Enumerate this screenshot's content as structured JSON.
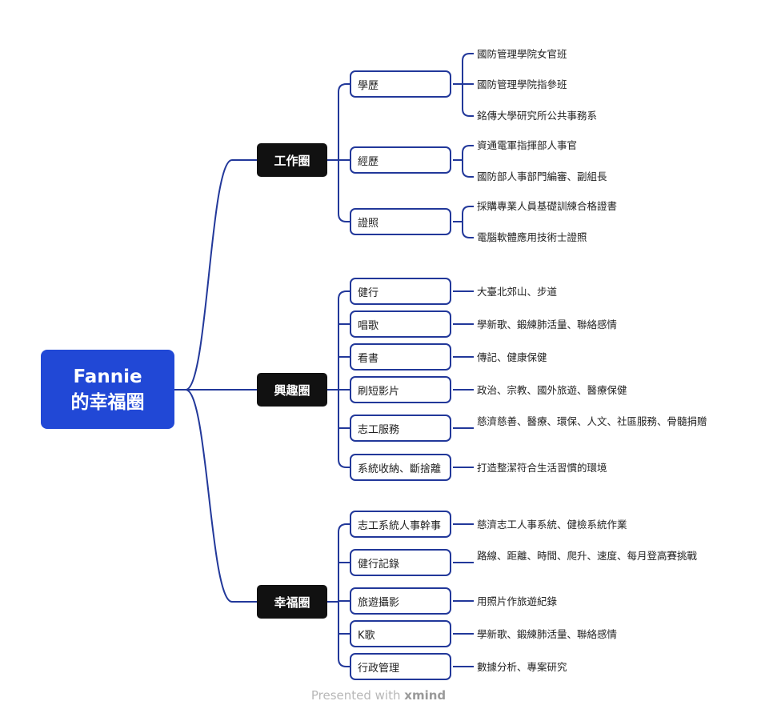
{
  "root": {
    "line1": "Fannie",
    "line2": "的幸福圈"
  },
  "branches": [
    {
      "label": "工作圈",
      "subs": [
        {
          "label": "學歷",
          "leaves": [
            "國防管理學院女官班",
            "國防管理學院指參班",
            "銘傳大學研究所公共事務系"
          ]
        },
        {
          "label": "經歷",
          "leaves": [
            "資通電軍指揮部人事官",
            "國防部人事部門編審、副組長"
          ]
        },
        {
          "label": "證照",
          "leaves": [
            "採購專業人員基礎訓練合格證書",
            "電腦軟體應用技術士證照"
          ]
        }
      ]
    },
    {
      "label": "興趣圈",
      "subs": [
        {
          "label": "健行",
          "leaves": [
            "大臺北郊山、步道"
          ]
        },
        {
          "label": "唱歌",
          "leaves": [
            "學新歌、鍛練肺活量、聯絡感情"
          ]
        },
        {
          "label": "看書",
          "leaves": [
            "傳記、健康保健"
          ]
        },
        {
          "label": "刷短影片",
          "leaves": [
            "政治、宗教、國外旅遊、醫療保健"
          ]
        },
        {
          "label": "志工服務",
          "leaves": [
            "慈濟慈善、醫療、環保、人文、社區服務、骨髓捐贈"
          ]
        },
        {
          "label": "系統收納、斷捨離",
          "leaves": [
            "打造整潔符合生活習慣的環境"
          ]
        }
      ]
    },
    {
      "label": "幸福圈",
      "subs": [
        {
          "label": "志工系統人事幹事",
          "leaves": [
            "慈濟志工人事系統、健檢系統作業"
          ]
        },
        {
          "label": "健行記錄",
          "leaves": [
            "路線、距離、時間、爬升、速度、每月登高賽挑戰"
          ]
        },
        {
          "label": "旅遊攝影",
          "leaves": [
            "用照片作旅遊紀錄"
          ]
        },
        {
          "label": "K歌",
          "leaves": [
            "學新歌、鍛練肺活量、聯絡感情"
          ]
        },
        {
          "label": "行政管理",
          "leaves": [
            "數據分析、專案研究"
          ]
        }
      ]
    }
  ],
  "footer": {
    "prefix": "Presented with",
    "brand": "xmind"
  },
  "colors": {
    "root_fill": "#2148d6",
    "main_fill": "#111111",
    "line": "#22389a",
    "sub_border": "#22389a"
  }
}
